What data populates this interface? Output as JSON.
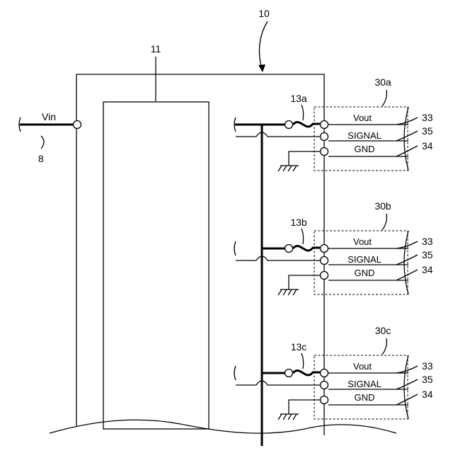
{
  "refs": {
    "device": "10",
    "block": "11",
    "input_line": "8",
    "input_label": "Vin"
  },
  "connectors": [
    {
      "id": "a",
      "fuse": "13a",
      "module": "30a",
      "pins": [
        {
          "label": "Vout",
          "num": "33"
        },
        {
          "label": "SIGNAL",
          "num": "35"
        },
        {
          "label": "GND",
          "num": "34"
        }
      ]
    },
    {
      "id": "b",
      "fuse": "13b",
      "module": "30b",
      "pins": [
        {
          "label": "Vout",
          "num": "33"
        },
        {
          "label": "SIGNAL",
          "num": "35"
        },
        {
          "label": "GND",
          "num": "34"
        }
      ]
    },
    {
      "id": "c",
      "fuse": "13c",
      "module": "30c",
      "pins": [
        {
          "label": "Vout",
          "num": "33"
        },
        {
          "label": "SIGNAL",
          "num": "35"
        },
        {
          "label": "GND",
          "num": "34"
        }
      ]
    }
  ]
}
